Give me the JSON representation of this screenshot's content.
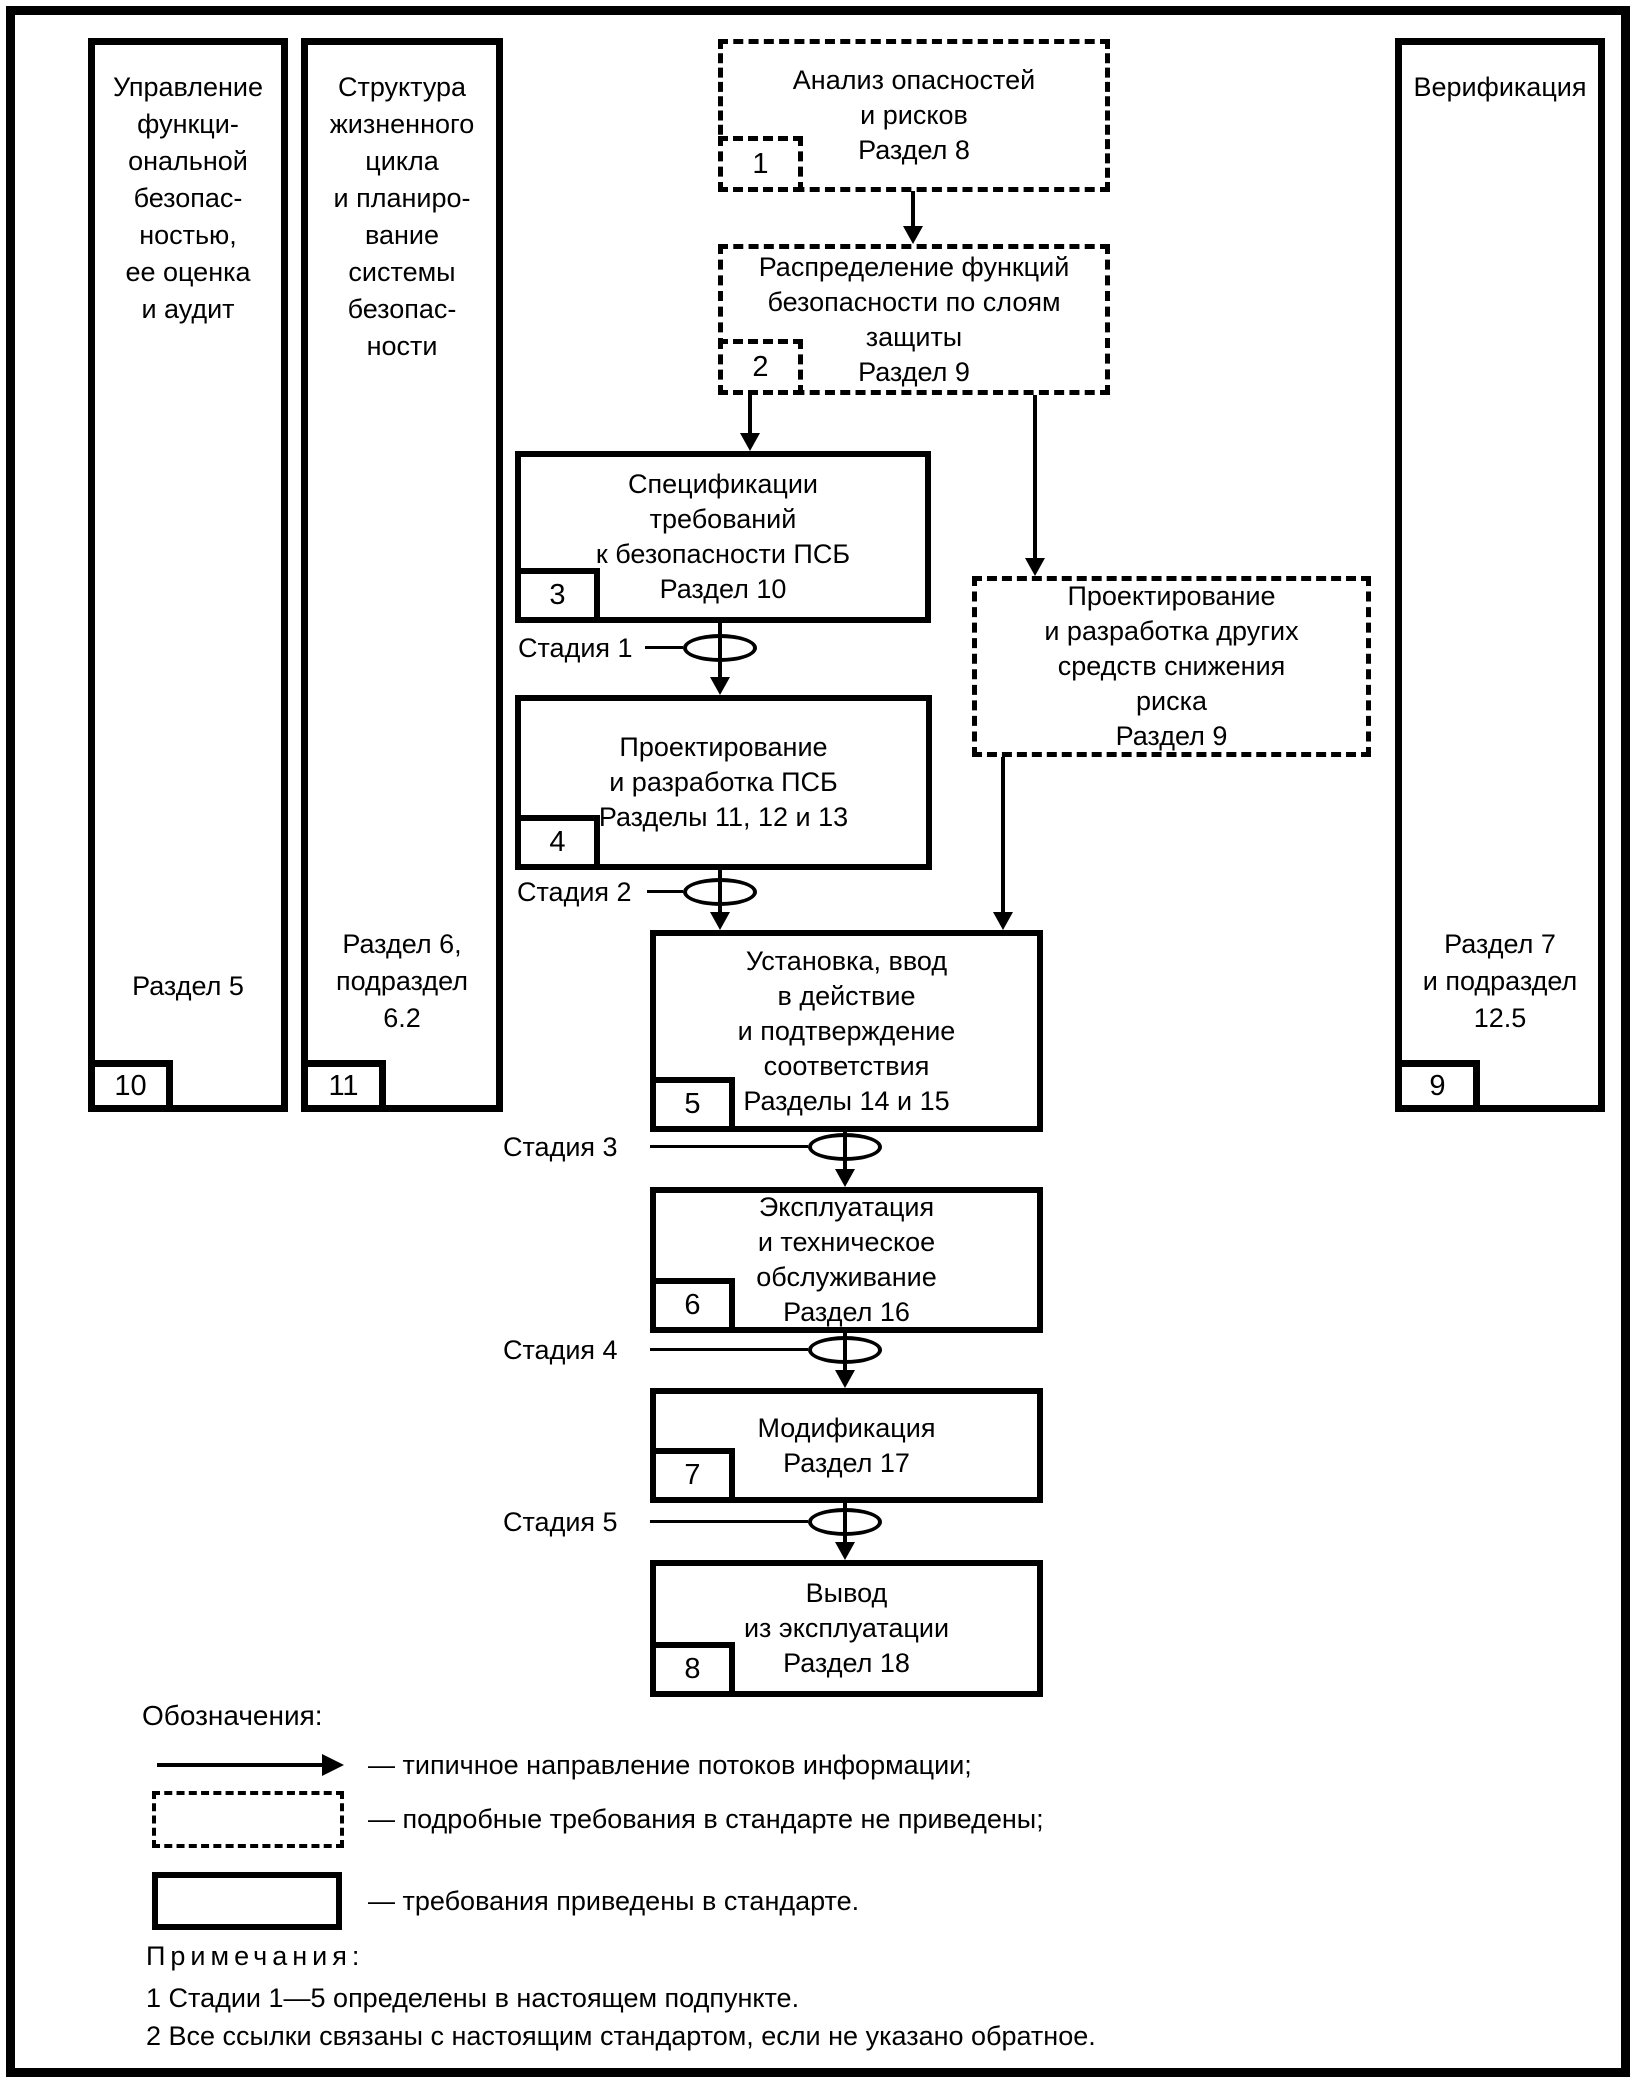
{
  "columns": {
    "management": {
      "title": "Управление\nфункци-\nональной\nбезопас-\nностью,\nее оценка\nи аудит",
      "footer": "Раздел 5",
      "num": "10"
    },
    "lifecycle": {
      "title": "Структура\nжизненного\nцикла\nи планиро-\nвание\nсистемы\nбезопас-\nности",
      "footer": "Раздел 6,\nподраздел\n6.2",
      "num": "11"
    },
    "verification": {
      "title": "Верификация",
      "footer": "Раздел 7\nи подраздел\n12.5",
      "num": "9"
    }
  },
  "flow_boxes": [
    {
      "num": "1",
      "style": "dashed",
      "text": "Анализ опасностей\nи рисков\nРаздел 8"
    },
    {
      "num": "2",
      "style": "dashed",
      "text": "Распределение функций\nбезопасности по слоям\nзащиты\nРаздел 9"
    },
    {
      "num": "3",
      "style": "solid",
      "text": "Спецификации\nтребований\nк безопасности ПСБ\nРаздел 10"
    },
    {
      "num": "4",
      "style": "solid",
      "text": "Проектирование\nи разработка ПСБ\nРазделы 11, 12 и 13"
    },
    {
      "num": "5",
      "style": "solid",
      "text": "Установка, ввод\nв действие\nи подтверждение\nсоответствия\nРазделы 14 и 15"
    },
    {
      "num": "6",
      "style": "solid",
      "text": "Эксплуатация\nи техническое\nобслуживание\nРаздел 16"
    },
    {
      "num": "7",
      "style": "solid",
      "text": "Модификация\nРаздел 17"
    },
    {
      "num": "8",
      "style": "solid",
      "text": "Вывод\nиз эксплуатации\nРаздел 18"
    }
  ],
  "side_box": {
    "style": "dashed",
    "text": "Проектирование\nи разработка других\nсредств снижения\nриска\nРаздел 9"
  },
  "stages": [
    {
      "label": "Стадия 1"
    },
    {
      "label": "Стадия 2"
    },
    {
      "label": "Стадия 3"
    },
    {
      "label": "Стадия 4"
    },
    {
      "label": "Стадия 5"
    }
  ],
  "legend": {
    "heading": "Обозначения:",
    "items": [
      {
        "symbol": "arrow-right-icon",
        "text": "— типичное направление потоков информации;"
      },
      {
        "symbol": "dashed-box-icon",
        "text": "— подробные требования в стандарте не приведены;"
      },
      {
        "symbol": "solid-box-icon",
        "text": "— требования приведены в стандарте."
      }
    ]
  },
  "notes": {
    "heading": "Примечания:",
    "items": [
      "1 Стадии 1—5 определены в настоящем подпункте.",
      "2 Все ссылки связаны с настоящим стандартом, если не указано обратное."
    ]
  },
  "colors": {
    "ink": "#000000",
    "paper": "#ffffff"
  }
}
